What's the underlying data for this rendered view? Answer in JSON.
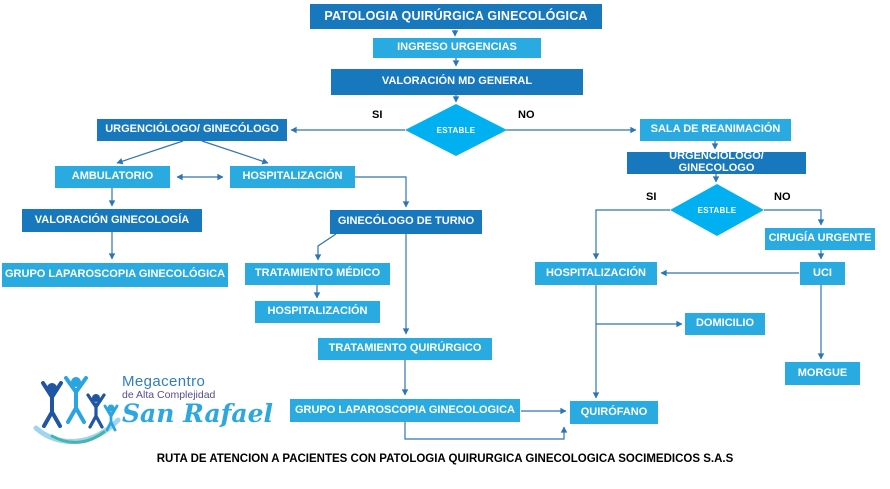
{
  "title": "PATOLOGIA QUIRÚRGICA GINECOLÓGICA",
  "caption": "RUTA DE ATENCION A PACIENTES CON PATOLOGIA QUIRURGICA GINECOLOGICA SOCIMEDICOS S.A.S",
  "colors": {
    "dark_blue_box": "#1878BE",
    "light_blue_box": "#29ABE2",
    "diamond_cyan": "#00B0F0",
    "arrow_blue": "#2E75B6",
    "caption_text": "#000000"
  },
  "nodes": {
    "ingreso_urgencias": "INGRESO URGENCIAS",
    "valoracion_md_general": "VALORACIÓN MD GENERAL",
    "estable_1": "ESTABLE",
    "urgenciologo_ginecologo_1": "URGENCIÓLOGO/ GINECÓLOGO",
    "sala_reanimacion": "SALA DE REANIMACIÓN",
    "urgenciologo_ginecologo_2": "URGENCIÓLOGO/ GINECOLOGO",
    "estable_2": "ESTABLE",
    "ambulatorio": "AMBULATORIO",
    "hospitalizacion_1": "HOSPITALIZACIÓN",
    "valoracion_ginecologia": "VALORACIÓN GINECOLOGÍA",
    "grupo_laparoscopia_1": "GRUPO LAPAROSCOPIA GINECOLÓGICA",
    "ginecologo_de_turno": "GINECÓLOGO DE TURNO",
    "tratamiento_medico": "TRATAMIENTO MÉDICO",
    "hospitalizacion_2": "HOSPITALIZACIÓN",
    "tratamiento_quirurgico": "TRATAMIENTO QUIRÚRGICO",
    "grupo_laparoscopia_2": "GRUPO LAPAROSCOPIA GINECOLOGICA",
    "quirofano": "QUIRÓFANO",
    "hospitalizacion_3": "HOSPITALIZACIÓN",
    "cirugia_urgente": "CIRUGÍA URGENTE",
    "uci": "UCI",
    "domicilio": "DOMICILIO",
    "morgue": "MORGUE"
  },
  "branch_labels": {
    "si_1": "SI",
    "no_1": "NO",
    "si_2": "SI",
    "no_2": "NO"
  },
  "logo": {
    "line1": "Megacentro",
    "line2": "de Alta Complejidad",
    "line3": "San Rafael"
  }
}
